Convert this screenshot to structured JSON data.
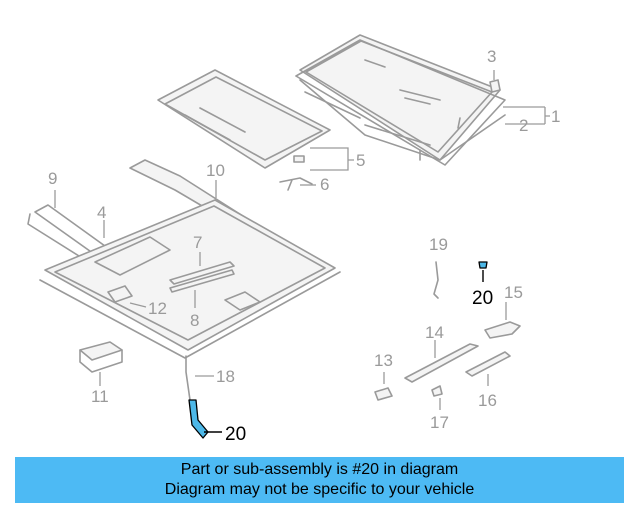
{
  "callouts": {
    "c1": "1",
    "c2": "2",
    "c3": "3",
    "c4": "4",
    "c5": "5",
    "c6": "6",
    "c7": "7",
    "c8": "8",
    "c9": "9",
    "c10": "10",
    "c11": "11",
    "c12": "12",
    "c13": "13",
    "c14": "14",
    "c15": "15",
    "c16": "16",
    "c17": "17",
    "c18": "18",
    "c19": "19",
    "c20a": "20",
    "c20b": "20"
  },
  "highlight_color": "#4db8e8",
  "banner": {
    "line1": "Part or sub-assembly is #20 in diagram",
    "line2": "Diagram may not be specific to your vehicle",
    "background": "#4dbaf4"
  }
}
